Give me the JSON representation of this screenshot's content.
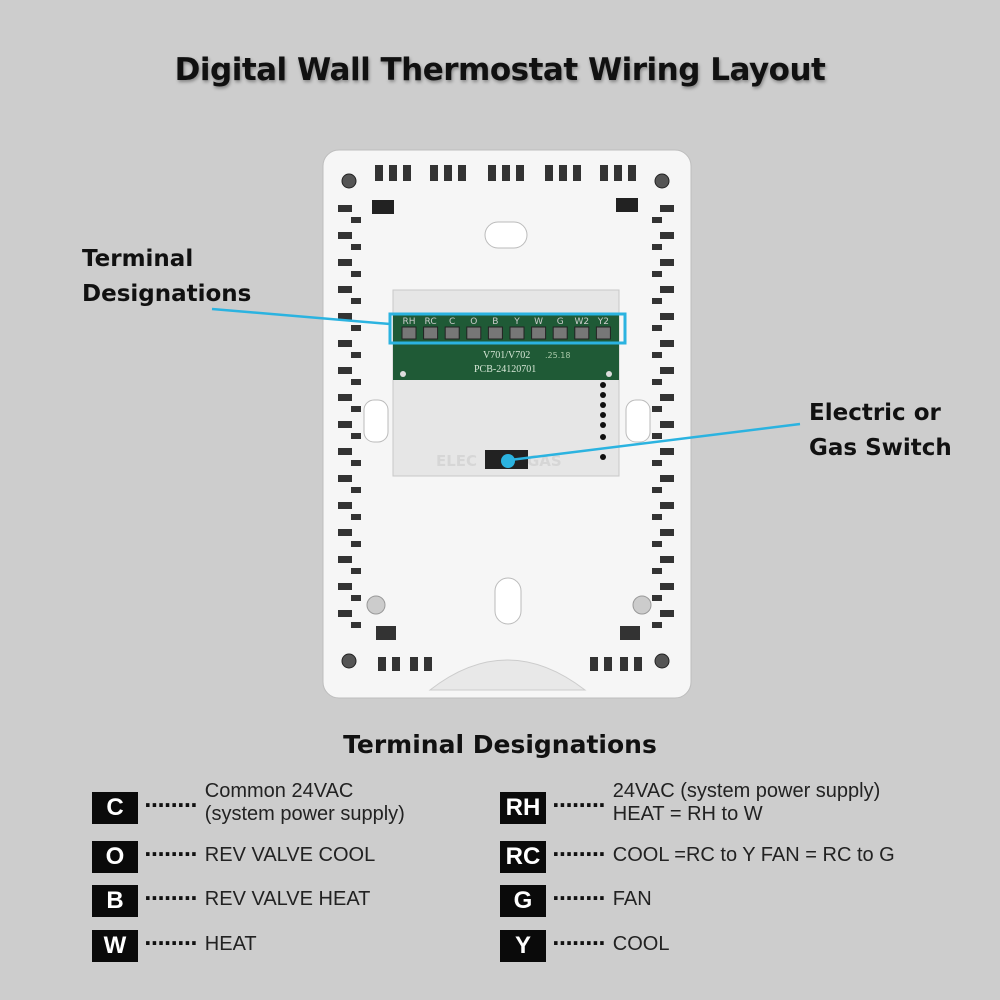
{
  "title": "Digital Wall Thermostat Wiring Layout",
  "callouts": {
    "terminal": "Terminal\nDesignations",
    "switch": "Electric or\nGas Switch"
  },
  "pcb": {
    "terminals": [
      "RH",
      "RC",
      "C",
      "O",
      "B",
      "Y",
      "W",
      "G",
      "W2",
      "Y2"
    ],
    "model": "V701/V702",
    "code": "PCB-24120701",
    "date": ".25.18",
    "switch_left": "ELEC",
    "switch_right": "GAS"
  },
  "colors": {
    "accent": "#2bb3e0",
    "pcb": "#1f5a36",
    "badge": "#0a0a0a"
  },
  "legend": {
    "title": "Terminal Designations",
    "dots": "········",
    "left": [
      {
        "code": "C",
        "desc": "Common 24VAC\n(system power supply)"
      },
      {
        "code": "O",
        "desc": "REV VALVE COOL"
      },
      {
        "code": "B",
        "desc": "REV VALVE HEAT"
      },
      {
        "code": "W",
        "desc": "HEAT"
      }
    ],
    "right": [
      {
        "code": "RH",
        "desc": "24VAC (system power supply)\nHEAT = RH to W"
      },
      {
        "code": "RC",
        "desc": "COOL =RC to Y FAN = RC to G"
      },
      {
        "code": "G",
        "desc": "FAN"
      },
      {
        "code": "Y",
        "desc": "COOL"
      }
    ]
  }
}
